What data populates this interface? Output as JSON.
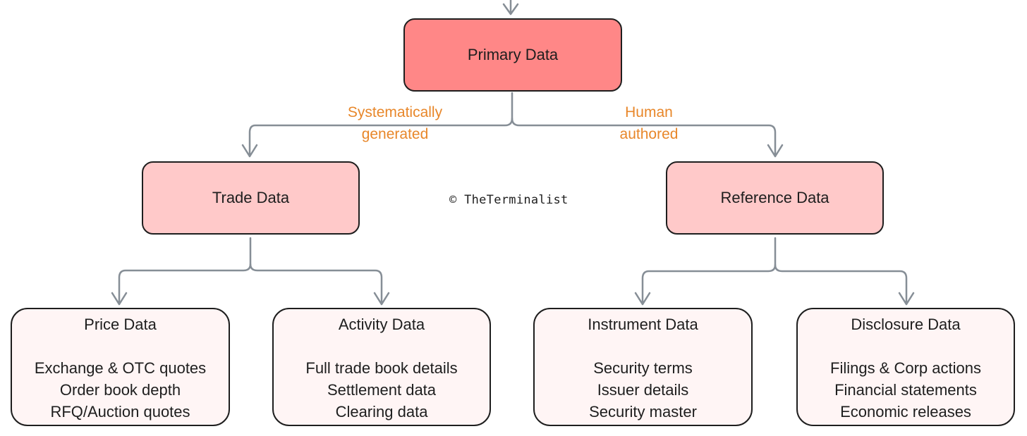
{
  "root": {
    "label": "Primary Data"
  },
  "edge_labels": {
    "left": [
      "Systematically",
      "generated"
    ],
    "right": [
      "Human",
      "authored"
    ]
  },
  "branches": {
    "trade": {
      "label": "Trade Data"
    },
    "reference": {
      "label": "Reference Data"
    }
  },
  "credit": "© TheTerminalist",
  "leaves": [
    {
      "title": "Price Data",
      "items": [
        "Exchange & OTC quotes",
        "Order book depth",
        "RFQ/Auction quotes"
      ]
    },
    {
      "title": "Activity Data",
      "items": [
        "Full trade book details",
        "Settlement data",
        "Clearing data"
      ]
    },
    {
      "title": "Instrument Data",
      "items": [
        "Security terms",
        "Issuer details",
        "Security master"
      ]
    },
    {
      "title": "Disclosure Data",
      "items": [
        "Filings & Corp actions",
        "Financial statements",
        "Economic releases"
      ]
    }
  ],
  "colors": {
    "root_fill": "#ff8787",
    "branch_fill": "#ffc9c9",
    "leaf_fill": "#fff5f5",
    "edge_label": "#e8872a",
    "connector": "#868e96"
  }
}
